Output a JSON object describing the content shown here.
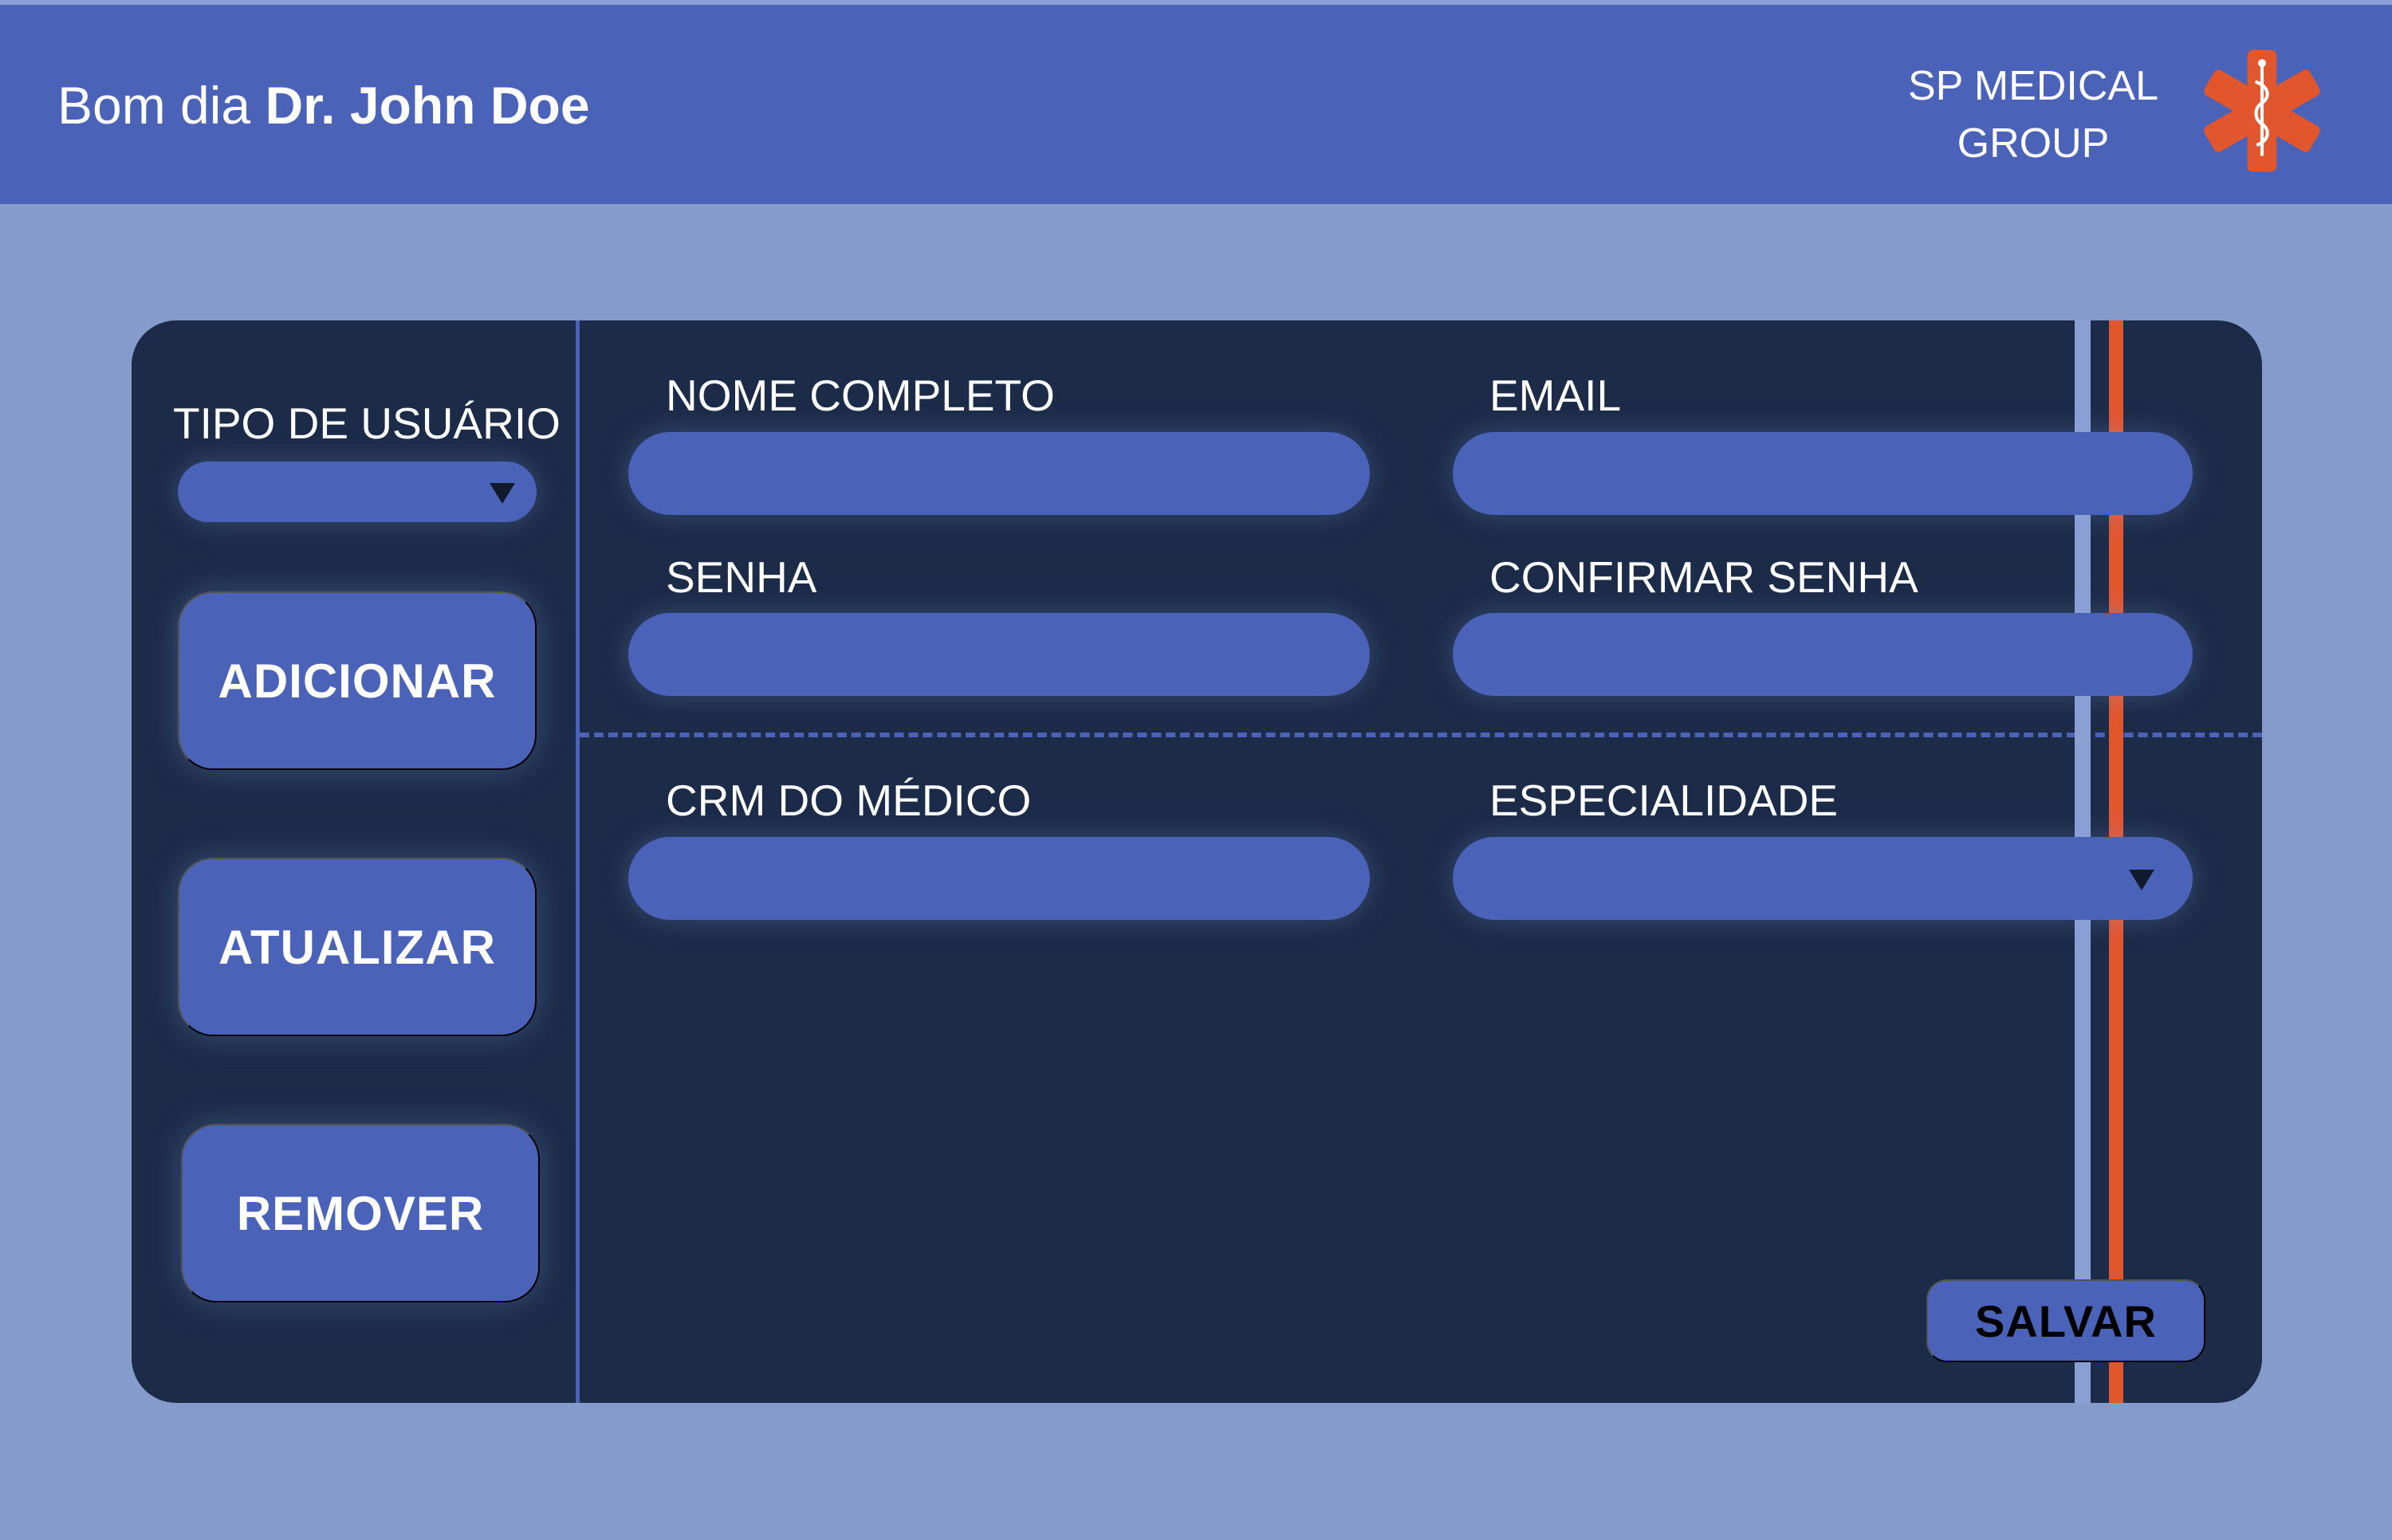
{
  "header": {
    "greeting_prefix": "Bom dia",
    "doctor_name": "Dr. John Doe",
    "brand_line1": "SP MEDICAL",
    "brand_line2": "GROUP"
  },
  "sidebar": {
    "user_type_label": "TIPO DE USUÁRIO",
    "user_type_value": "",
    "buttons": {
      "add": "ADICIONAR",
      "update": "ATUALIZAR",
      "remove": "REMOVER"
    }
  },
  "form": {
    "full_name": {
      "label": "NOME COMPLETO",
      "value": ""
    },
    "email": {
      "label": "EMAIL",
      "value": ""
    },
    "password": {
      "label": "SENHA",
      "value": ""
    },
    "confirm_password": {
      "label": "CONFIRMAR SENHA",
      "value": ""
    },
    "crm": {
      "label": "CRM DO MÉDICO",
      "value": ""
    },
    "specialty": {
      "label": "ESPECIALIDADE",
      "value": ""
    },
    "save_label": "SALVAR"
  },
  "colors": {
    "background": "#859bcb",
    "header": "#4a63b9",
    "panel": "#1b2b48",
    "accent": "#e2562e"
  },
  "icons": {
    "logo": "star-of-life-icon",
    "dropdown": "caret-down-icon"
  }
}
